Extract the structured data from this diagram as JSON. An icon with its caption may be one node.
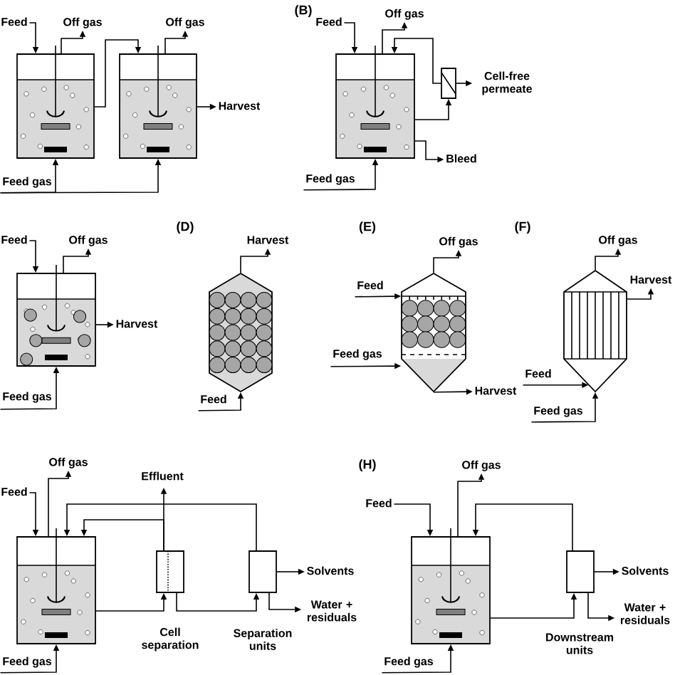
{
  "diagram": {
    "nodes": [
      {
        "text": [],
        "shape": "tank"
      },
      {
        "text": [],
        "shape": "tank"
      },
      {
        "text": [
          "Feed"
        ]
      },
      {
        "text": [
          "Off gas"
        ]
      },
      {
        "text": [
          "Off gas"
        ]
      },
      {
        "text": [
          "Harvest"
        ]
      },
      {
        "text": [
          "Feed gas"
        ]
      },
      {
        "text": [],
        "shape": "tank"
      },
      {
        "text": [],
        "shape": "box"
      },
      {
        "text": [
          "Feed"
        ]
      },
      {
        "text": [
          "Off gas"
        ]
      },
      {
        "text": [
          "Cell-free permeate"
        ]
      },
      {
        "text": [
          "Bleed"
        ]
      },
      {
        "text": [
          "Feed gas"
        ]
      },
      {
        "text": [],
        "shape": "tank"
      },
      {
        "text": [
          "Feed"
        ]
      },
      {
        "text": [
          "Off gas"
        ]
      },
      {
        "text": [
          "Harvest"
        ]
      },
      {
        "text": [
          "Feed gas"
        ]
      },
      {
        "text": [],
        "shape": "column"
      },
      {
        "text": [
          "Harvest"
        ]
      },
      {
        "text": [
          "Feed"
        ]
      },
      {
        "text": [],
        "shape": "column"
      },
      {
        "text": [
          "Off gas"
        ]
      },
      {
        "text": [
          "Feed"
        ]
      },
      {
        "text": [
          "Feed gas"
        ]
      },
      {
        "text": [
          "Harvest"
        ]
      },
      {
        "text": [],
        "shape": "column"
      },
      {
        "text": [
          "Off gas"
        ]
      },
      {
        "text": [
          "Harvest"
        ]
      },
      {
        "text": [
          "Feed"
        ]
      },
      {
        "text": [
          "Feed gas"
        ]
      },
      {
        "text": [],
        "shape": "tank"
      },
      {
        "text": [],
        "shape": "box",
        "beside": [
          "Cell separation"
        ]
      },
      {
        "text": [],
        "shape": "box"
      },
      {
        "text": [
          "Feed"
        ]
      },
      {
        "text": [
          "Off gas"
        ]
      },
      {
        "text": [
          "Effluent"
        ]
      },
      {
        "text": [
          "Solvents"
        ]
      },
      {
        "text": [
          "Water + residuals"
        ]
      },
      {
        "text": [
          "Feed gas"
        ]
      },
      {
        "text": [],
        "shape": "tank"
      },
      {
        "text": [],
        "shape": "box"
      },
      {
        "text": [
          "Feed"
        ]
      },
      {
        "text": [
          "Off gas"
        ]
      },
      {
        "text": [
          "Solvents"
        ]
      },
      {
        "text": [
          "Water + residuals"
        ]
      },
      {
        "text": [
          "Feed gas"
        ]
      }
    ],
    "edges": [
      {
        "from": 2,
        "to": 0,
        "arrow": "to"
      },
      {
        "from": 0,
        "to": 3,
        "arrow": "to"
      },
      {
        "from": 0,
        "to": 1,
        "arrow": "to"
      },
      {
        "from": 1,
        "to": 4,
        "arrow": "to"
      },
      {
        "from": 1,
        "to": 5,
        "arrow": "to"
      },
      {
        "from": 6,
        "to": 0,
        "arrow": "to"
      },
      {
        "from": 6,
        "to": 1,
        "arrow": "to"
      },
      {
        "from": 9,
        "to": 7,
        "arrow": "to"
      },
      {
        "from": 7,
        "to": 10,
        "arrow": "to"
      },
      {
        "from": 7,
        "to": 8,
        "arrow": "to"
      },
      {
        "from": 8,
        "to": 7,
        "arrow": "to"
      },
      {
        "from": 8,
        "to": 11,
        "arrow": "to"
      },
      {
        "from": 7,
        "to": 12,
        "arrow": "to"
      },
      {
        "from": 13,
        "to": 7,
        "arrow": "to"
      },
      {
        "from": 15,
        "to": 14,
        "arrow": "to"
      },
      {
        "from": 14,
        "to": 16,
        "arrow": "to"
      },
      {
        "from": 14,
        "to": 17,
        "arrow": "to"
      },
      {
        "from": 18,
        "to": 14,
        "arrow": "to"
      },
      {
        "from": 21,
        "to": 19,
        "arrow": "to"
      },
      {
        "from": 19,
        "to": 20,
        "arrow": "to"
      },
      {
        "from": 24,
        "to": 22,
        "arrow": "to"
      },
      {
        "from": 25,
        "to": 22,
        "arrow": "to"
      },
      {
        "from": 22,
        "to": 23,
        "arrow": "to"
      },
      {
        "from": 22,
        "to": 26,
        "arrow": "to"
      },
      {
        "from": 30,
        "to": 27,
        "arrow": "to"
      },
      {
        "from": 31,
        "to": 27,
        "arrow": "to"
      },
      {
        "from": 27,
        "to": 28,
        "arrow": "to"
      },
      {
        "from": 27,
        "to": 29,
        "arrow": "to"
      },
      {
        "from": 35,
        "to": 32,
        "arrow": "to"
      },
      {
        "from": 32,
        "to": 36,
        "arrow": "to"
      },
      {
        "from": 32,
        "to": 33,
        "arrow": "to"
      },
      {
        "from": 33,
        "to": 37,
        "arrow": "to"
      },
      {
        "from": 33,
        "to": 32,
        "arrow": "to"
      },
      {
        "from": 33,
        "to": 34,
        "arrow": "to"
      },
      {
        "from": 34,
        "to": 32,
        "arrow": "to"
      },
      {
        "from": 34,
        "to": 38,
        "arrow": "to"
      },
      {
        "from": 34,
        "to": 39,
        "arrow": "to"
      },
      {
        "from": 40,
        "to": 32,
        "arrow": "to"
      },
      {
        "from": 43,
        "to": 41,
        "arrow": "to"
      },
      {
        "from": 41,
        "to": 44,
        "arrow": "to"
      },
      {
        "from": 41,
        "to": 42,
        "arrow": "to"
      },
      {
        "from": 42,
        "to": 41,
        "arrow": "to"
      },
      {
        "from": 42,
        "to": 45,
        "arrow": "to"
      },
      {
        "from": 42,
        "to": 46,
        "arrow": "to"
      },
      {
        "from": 47,
        "to": 41,
        "arrow": "to"
      }
    ],
    "labels": [
      "(B)",
      "(D)",
      "(E)",
      "(F)",
      "(H)",
      "Separation units",
      "Downstream units"
    ]
  }
}
